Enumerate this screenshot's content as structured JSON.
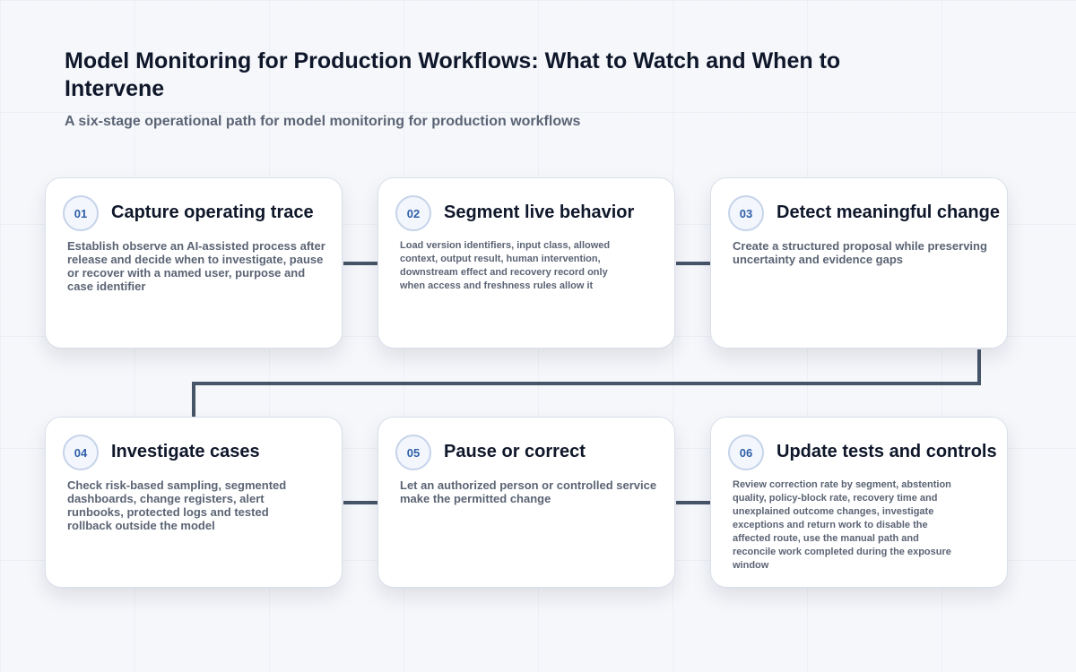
{
  "header": {
    "title": "Model Monitoring for Production Workflows: What to Watch and When to Intervene",
    "subtitle": "A six-stage operational path for model monitoring for production workflows"
  },
  "stages": [
    {
      "number": "01",
      "title": "Capture operating trace",
      "body": "Establish observe an AI-assisted process after release and decide when to investigate, pause or recover with a named user, purpose and case identifier"
    },
    {
      "number": "02",
      "title": "Segment live behavior",
      "body": "Load version identifiers, input class, allowed context, output result, human intervention, downstream effect and recovery record only when access and freshness rules allow it"
    },
    {
      "number": "03",
      "title": "Detect meaningful change",
      "body": "Create a structured proposal while preserving uncertainty and evidence gaps"
    },
    {
      "number": "04",
      "title": "Investigate cases",
      "body": "Check risk-based sampling, segmented dashboards, change registers, alert runbooks, protected logs and tested rollback outside the model"
    },
    {
      "number": "05",
      "title": "Pause or correct",
      "body": "Let an authorized person or controlled service make the permitted change"
    },
    {
      "number": "06",
      "title": "Update tests and controls",
      "body": "Review correction rate by segment, abstention quality, policy-block rate, recovery time and unexplained outcome changes, investigate exceptions and return work to disable the affected route, use the manual path and reconcile work completed during the exposure window"
    }
  ],
  "colors": {
    "connector": "#475569",
    "badge_text": "#2f5fa8",
    "title_text": "#0f172a",
    "body_text": "#5b6474"
  }
}
